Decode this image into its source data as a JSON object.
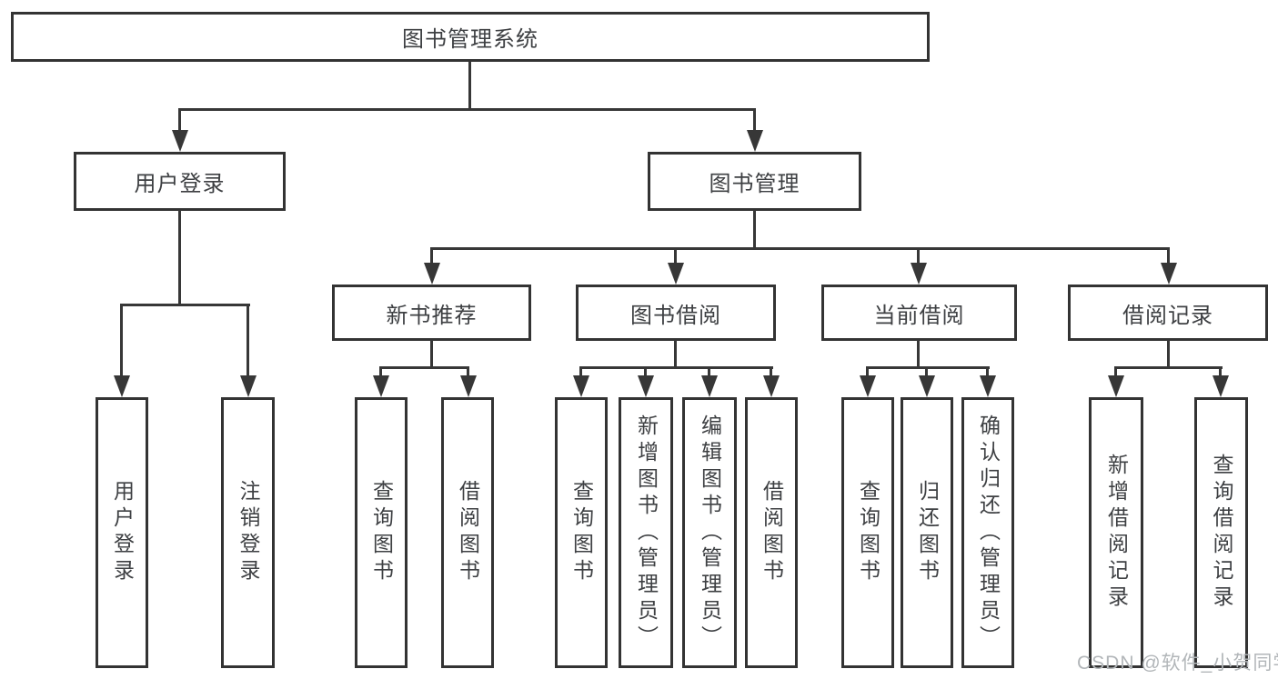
{
  "diagram_type": "hierarchy-tree",
  "colors": {
    "line": "#373737",
    "box_border": "#333333",
    "text": "#3e4043",
    "background": "#ffffff",
    "watermark": "#b2b6b9"
  },
  "watermark": {
    "text": "CSDN @软件_小贺同学"
  },
  "tree": {
    "label": "图书管理系统",
    "children": [
      {
        "label": "用户登录",
        "children": [
          {
            "label": "用户登录"
          },
          {
            "label": "注销登录"
          }
        ]
      },
      {
        "label": "图书管理",
        "children": [
          {
            "label": "新书推荐",
            "children": [
              {
                "label": "查询图书"
              },
              {
                "label": "借阅图书"
              }
            ]
          },
          {
            "label": "图书借阅",
            "children": [
              {
                "label": "查询图书"
              },
              {
                "label": "新增图书（管理员）"
              },
              {
                "label": "编辑图书（管理员）"
              },
              {
                "label": "借阅图书"
              }
            ]
          },
          {
            "label": "当前借阅",
            "children": [
              {
                "label": "查询图书"
              },
              {
                "label": "归还图书"
              },
              {
                "label": "确认归还（管理员）"
              }
            ]
          },
          {
            "label": "借阅记录",
            "children": [
              {
                "label": "新增借阅记录"
              },
              {
                "label": "查询借阅记录"
              }
            ]
          }
        ]
      }
    ]
  }
}
